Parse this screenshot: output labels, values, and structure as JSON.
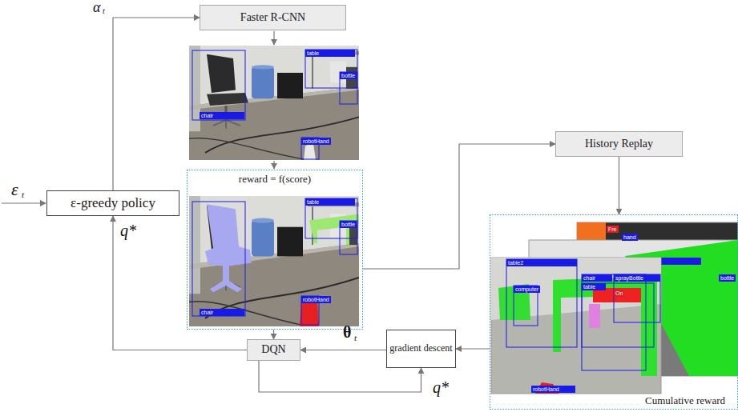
{
  "diagram": {
    "nodes": [
      {
        "text": [
          "Faster R-CNN"
        ]
      },
      {
        "text": [
          "ε-greedy policy"
        ]
      },
      {
        "text": [
          "reward = f(score)"
        ]
      },
      {
        "text": [
          "History Replay"
        ]
      },
      {
        "text": [
          "Cumulative reward"
        ]
      },
      {
        "text": [
          "DQN"
        ]
      },
      {
        "text": [
          "gradient descent"
        ]
      }
    ],
    "edges": [
      {
        "from": 1,
        "to": 0,
        "arrow": "to"
      },
      {
        "from": 2,
        "to": 5,
        "arrow": "to"
      },
      {
        "from": 2,
        "to": 3,
        "arrow": "to"
      },
      {
        "from": 3,
        "to": 4,
        "arrow": "to"
      },
      {
        "from": 4,
        "to": 6,
        "arrow": "to"
      },
      {
        "from": 6,
        "to": 5,
        "arrow": "to"
      },
      {
        "from": 5,
        "to": 1,
        "arrow": "to"
      },
      {
        "from": 5,
        "to": 6,
        "arrow": "to"
      }
    ],
    "labels": [
      "α",
      "t",
      "ε",
      "t",
      "θ",
      "t",
      "q*",
      "q*",
      "table",
      "bottle",
      "chair",
      "robotHand",
      "table",
      "bottle",
      "chair",
      "robotHand",
      "Fre",
      "hand",
      "bottle",
      "table2",
      "computer",
      "chair",
      "table",
      "sprayBottle",
      "On",
      "robotHand"
    ]
  }
}
